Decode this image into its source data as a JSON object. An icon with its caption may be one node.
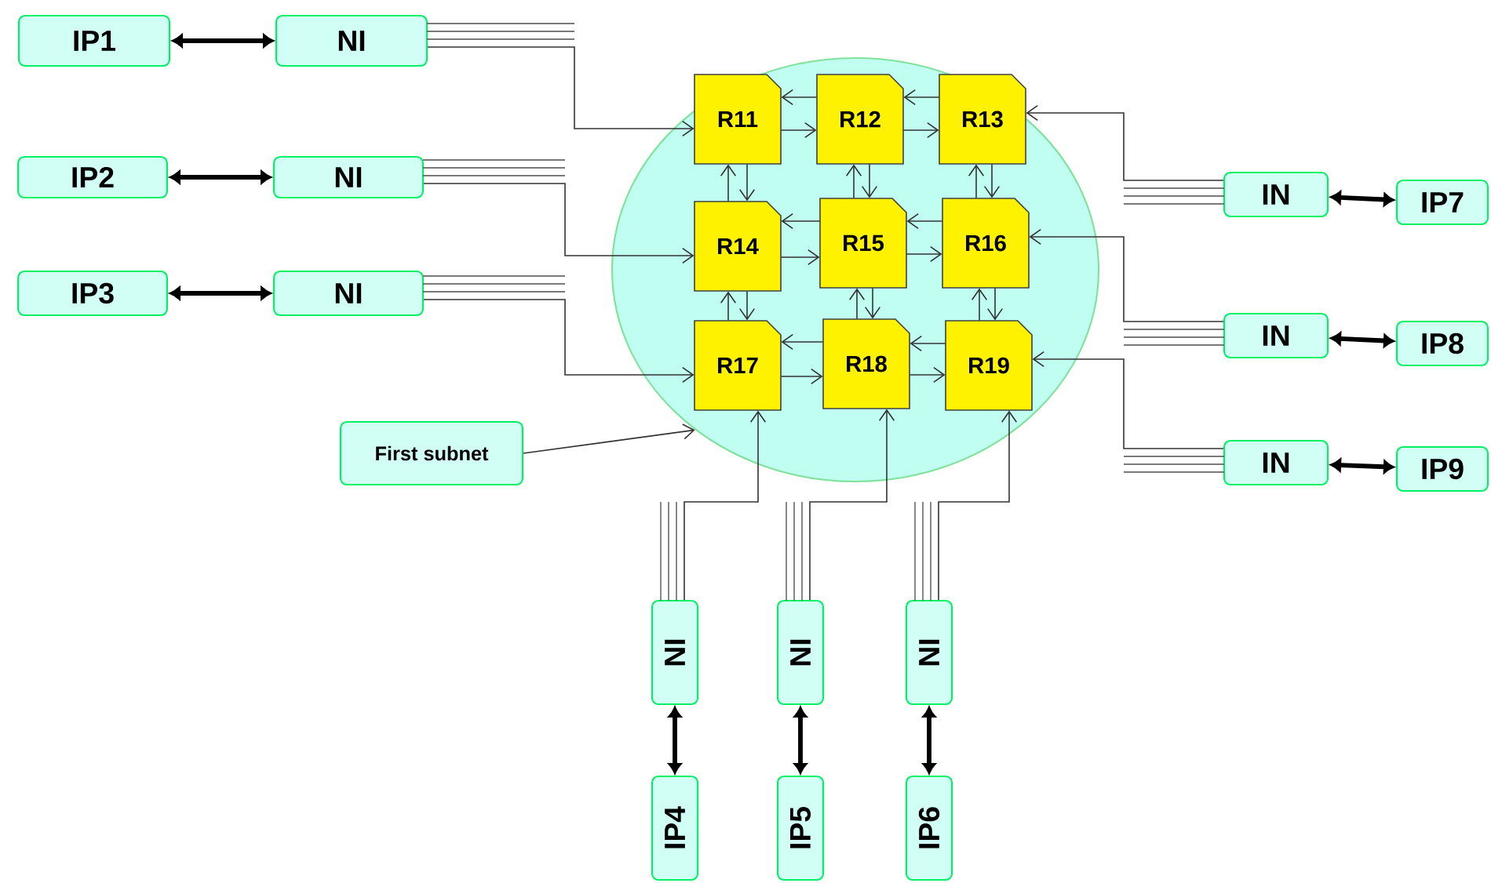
{
  "diagram": {
    "nodes": [
      {
        "text": [],
        "shape": "circle"
      },
      {
        "text": [
          "R11"
        ],
        "in": 0
      },
      {
        "text": [
          "R12"
        ],
        "in": 0
      },
      {
        "text": [
          "R13"
        ],
        "in": 0
      },
      {
        "text": [
          "R14"
        ],
        "in": 0
      },
      {
        "text": [
          "R15"
        ],
        "in": 0
      },
      {
        "text": [
          "R16"
        ],
        "in": 0
      },
      {
        "text": [
          "R17"
        ],
        "in": 0
      },
      {
        "text": [
          "R18"
        ],
        "in": 0
      },
      {
        "text": [
          "R19"
        ],
        "in": 0
      },
      {
        "text": [
          "IP1"
        ]
      },
      {
        "text": [
          "NI"
        ]
      },
      {
        "text": [
          "IP2"
        ]
      },
      {
        "text": [
          "NI"
        ]
      },
      {
        "text": [
          "IP3"
        ]
      },
      {
        "text": [
          "NI"
        ]
      },
      {
        "text": [
          "IN"
        ]
      },
      {
        "text": [
          "IP7"
        ]
      },
      {
        "text": [
          "IN"
        ]
      },
      {
        "text": [
          "IP8"
        ]
      },
      {
        "text": [
          "IN"
        ]
      },
      {
        "text": [
          "IP9"
        ]
      },
      {
        "text": [
          "First subnet"
        ]
      },
      {
        "text": [
          "NI"
        ]
      },
      {
        "text": [
          "NI"
        ]
      },
      {
        "text": [
          "NI"
        ]
      },
      {
        "text": [
          "IP4"
        ]
      },
      {
        "text": [
          "IP5"
        ]
      },
      {
        "text": [
          "IP6"
        ]
      }
    ],
    "edges": [
      {
        "from": 1,
        "to": 2,
        "arrow": "to"
      },
      {
        "from": 2,
        "to": 1,
        "arrow": "to"
      },
      {
        "from": 2,
        "to": 3,
        "arrow": "to"
      },
      {
        "from": 3,
        "to": 2,
        "arrow": "to"
      },
      {
        "from": 4,
        "to": 5,
        "arrow": "to"
      },
      {
        "from": 5,
        "to": 4,
        "arrow": "to"
      },
      {
        "from": 5,
        "to": 6,
        "arrow": "to"
      },
      {
        "from": 6,
        "to": 5,
        "arrow": "to"
      },
      {
        "from": 7,
        "to": 8,
        "arrow": "to"
      },
      {
        "from": 8,
        "to": 7,
        "arrow": "to"
      },
      {
        "from": 8,
        "to": 9,
        "arrow": "to"
      },
      {
        "from": 9,
        "to": 8,
        "arrow": "to"
      },
      {
        "from": 1,
        "to": 4,
        "arrow": "to"
      },
      {
        "from": 4,
        "to": 1,
        "arrow": "to"
      },
      {
        "from": 2,
        "to": 5,
        "arrow": "to"
      },
      {
        "from": 5,
        "to": 2,
        "arrow": "to"
      },
      {
        "from": 3,
        "to": 6,
        "arrow": "to"
      },
      {
        "from": 6,
        "to": 3,
        "arrow": "to"
      },
      {
        "from": 4,
        "to": 7,
        "arrow": "to"
      },
      {
        "from": 7,
        "to": 4,
        "arrow": "to"
      },
      {
        "from": 5,
        "to": 8,
        "arrow": "to"
      },
      {
        "from": 8,
        "to": 5,
        "arrow": "to"
      },
      {
        "from": 6,
        "to": 9,
        "arrow": "to"
      },
      {
        "from": 9,
        "to": 6,
        "arrow": "to"
      },
      {
        "from": 10,
        "to": 11,
        "arrow": "both",
        "style": "thick"
      },
      {
        "from": 12,
        "to": 13,
        "arrow": "both",
        "style": "thick"
      },
      {
        "from": 14,
        "to": 15,
        "arrow": "both",
        "style": "thick"
      },
      {
        "from": 16,
        "to": 17,
        "arrow": "both",
        "style": "thick"
      },
      {
        "from": 18,
        "to": 19,
        "arrow": "both",
        "style": "thick"
      },
      {
        "from": 20,
        "to": 21,
        "arrow": "both",
        "style": "thick"
      },
      {
        "from": 23,
        "to": 26,
        "arrow": "both",
        "style": "thick"
      },
      {
        "from": 24,
        "to": 27,
        "arrow": "both",
        "style": "thick"
      },
      {
        "from": 25,
        "to": 28,
        "arrow": "both",
        "style": "thick"
      },
      {
        "from": 11,
        "to": 1,
        "arrow": "to"
      },
      {
        "from": 13,
        "to": 4,
        "arrow": "to"
      },
      {
        "from": 15,
        "to": 7,
        "arrow": "to"
      },
      {
        "from": 16,
        "to": 3,
        "arrow": "to"
      },
      {
        "from": 18,
        "to": 6,
        "arrow": "to"
      },
      {
        "from": 20,
        "to": 9,
        "arrow": "to"
      },
      {
        "from": 23,
        "to": 7,
        "arrow": "to"
      },
      {
        "from": 24,
        "to": 8,
        "arrow": "to"
      },
      {
        "from": 25,
        "to": 9,
        "arrow": "to"
      },
      {
        "from": 22,
        "to": 0,
        "arrow": "to"
      }
    ]
  }
}
